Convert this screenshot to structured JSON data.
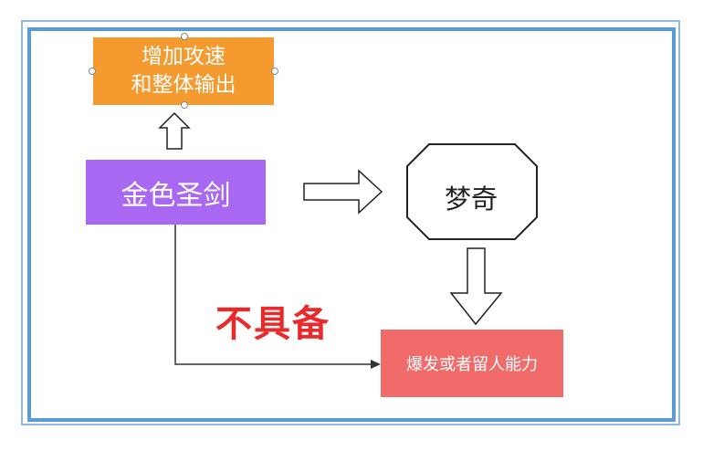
{
  "nodes": {
    "orange_line1": "增加攻速",
    "orange_line2": "和整体输出",
    "purple": "金色圣剑",
    "octagon": "梦奇",
    "red": "爆发或者留人能力"
  },
  "annotation": "不具备",
  "colors": {
    "orange": "#f59a2f",
    "purple": "#a968f2",
    "red_box": "#f26b6b",
    "annotation": "#ea2a2a",
    "frame": "#5b9bd5"
  }
}
